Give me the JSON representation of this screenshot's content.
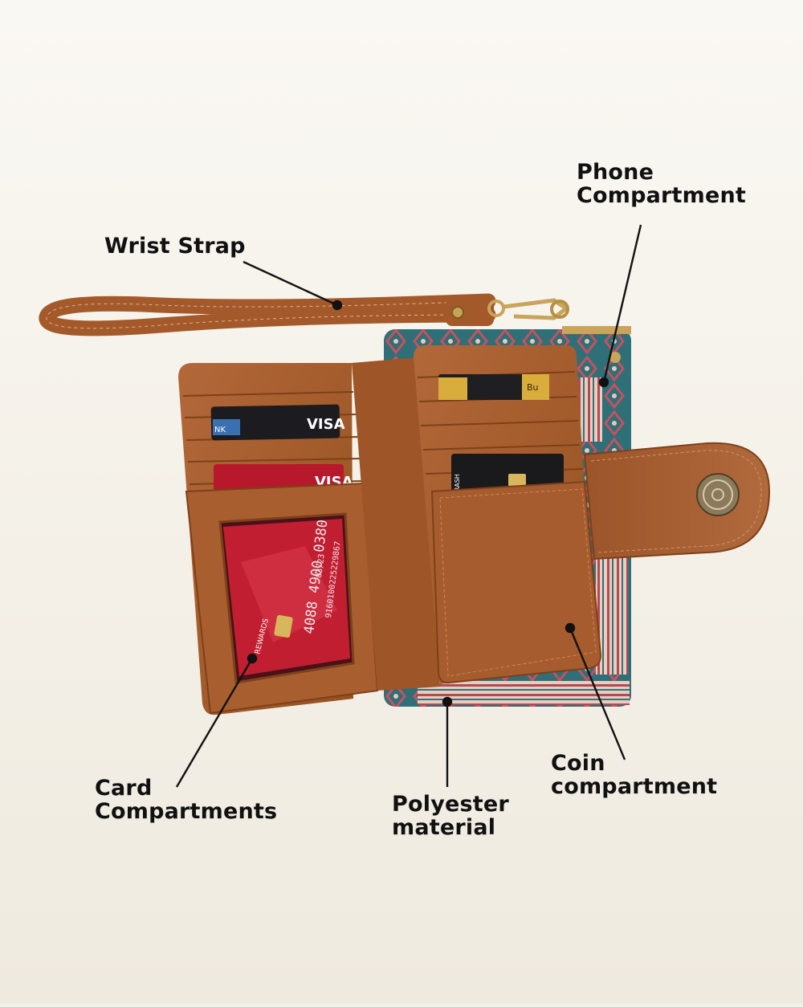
{
  "colors": {
    "background": "#f4f1ea",
    "leather": "#a55a2c",
    "leather_dark": "#7e4019",
    "fabric_teal": "#2f6f78",
    "fabric_stripe": "#c98a86",
    "card_red": "#b0182a",
    "card_black": "#1c1c20",
    "label_text": "#111111"
  },
  "callouts": {
    "wrist_strap": {
      "text": "Wrist Strap"
    },
    "phone_compartment": {
      "line1": "Phone",
      "line2": "Compartment"
    },
    "card_compartments": {
      "line1": "Card",
      "line2": "Compartments"
    },
    "polyester_material": {
      "line1": "Polyester",
      "line2": "material"
    },
    "coin_compartment": {
      "line1": "Coin",
      "line2": "compartment"
    }
  },
  "cards": {
    "id_window_card": {
      "number_line": "4088 4900 0380",
      "valid": "03/23",
      "digits": "9160100225229867",
      "tag": "REWARDS"
    },
    "left_black_card": {
      "brand": "VISA",
      "bank": "NK"
    },
    "left_red_card": {
      "brand": "VISA"
    },
    "right_gold_card": {
      "text": "Bu"
    },
    "right_black_card": {
      "text": "RASH"
    }
  }
}
